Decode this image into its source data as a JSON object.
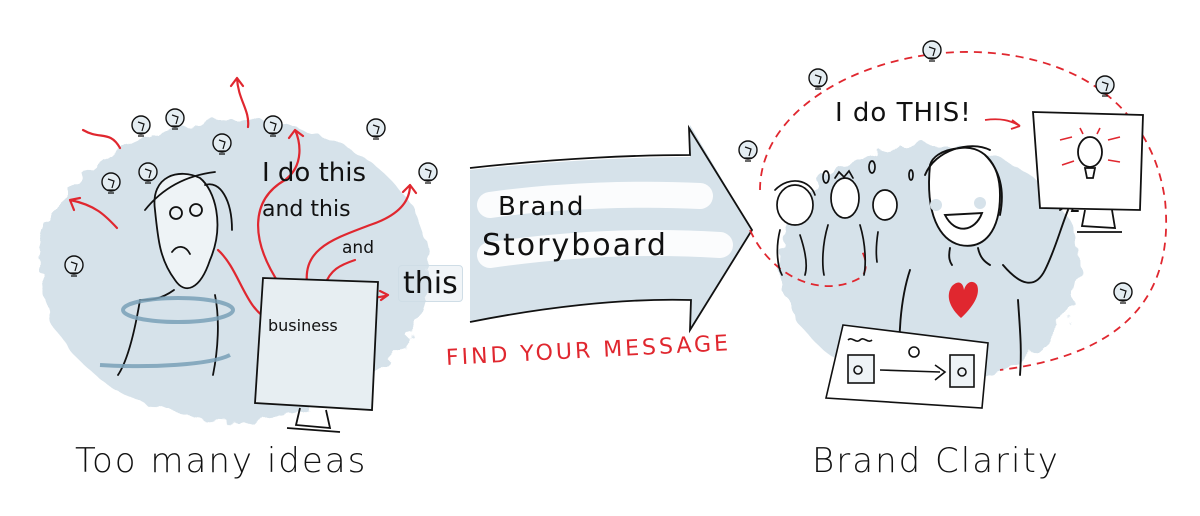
{
  "colors": {
    "ink": "#111111",
    "accent_red": "#e0272f",
    "wash_blue": "#d6e2ea",
    "wash_blue_dark": "#9fbccd",
    "background": "#ffffff"
  },
  "left_panel": {
    "caption": "Too many ideas",
    "speech": {
      "line1": "I do this",
      "line2": "and this",
      "line3": "and",
      "line4": "this"
    },
    "monitor_label": "business"
  },
  "center_panel": {
    "arrow_line1": "Brand",
    "arrow_line2": "Storyboard",
    "tagline": "FIND YOUR MESSAGE"
  },
  "right_panel": {
    "caption": "Brand Clarity",
    "speech": "I do THIS!"
  },
  "icons": [
    "lightbulb-icon",
    "heart-icon",
    "arrow-icon",
    "monitor-icon"
  ]
}
